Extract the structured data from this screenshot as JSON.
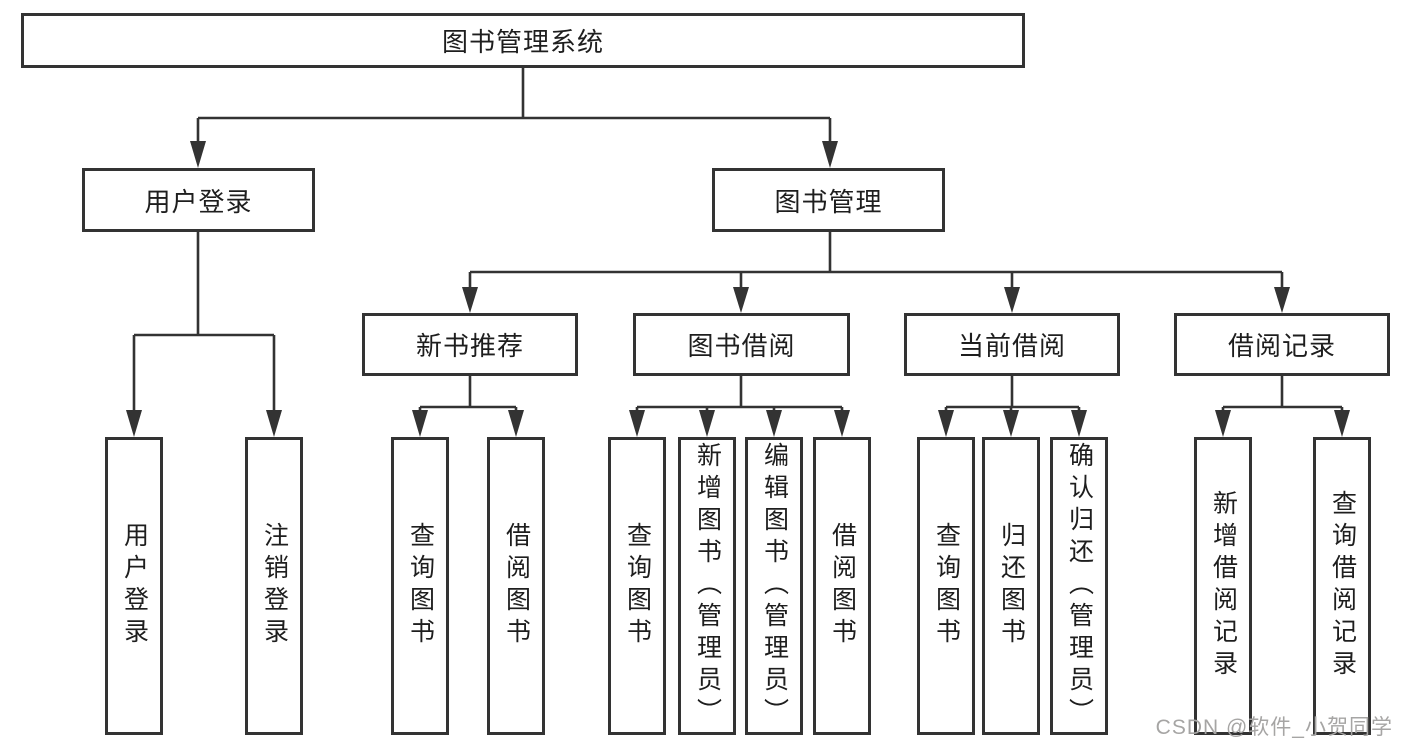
{
  "tree": {
    "root_label": "图书管理系统",
    "level2": [
      {
        "label": "用户登录"
      },
      {
        "label": "图书管理"
      }
    ],
    "level3": [
      {
        "label": "新书推荐"
      },
      {
        "label": "图书借阅"
      },
      {
        "label": "当前借阅"
      },
      {
        "label": "借阅记录"
      }
    ],
    "leaves": [
      {
        "label": "用户登录"
      },
      {
        "label": "注销登录"
      },
      {
        "label": "查询图书"
      },
      {
        "label": "借阅图书"
      },
      {
        "label": "查询图书"
      },
      {
        "label": "新增图书（管理员）"
      },
      {
        "label": "编辑图书（管理员）"
      },
      {
        "label": "借阅图书"
      },
      {
        "label": "查询图书"
      },
      {
        "label": "归还图书"
      },
      {
        "label": "确认归还（管理员）"
      },
      {
        "label": "新增借阅记录"
      },
      {
        "label": "查询借阅记录"
      }
    ],
    "watermark": "CSDN @软件_小贺同学",
    "colors": {
      "line": "#333333",
      "box_border": "#333333",
      "text": "#1e1e1e",
      "watermark": "#a6a5a4",
      "background": "#ffffff"
    }
  }
}
